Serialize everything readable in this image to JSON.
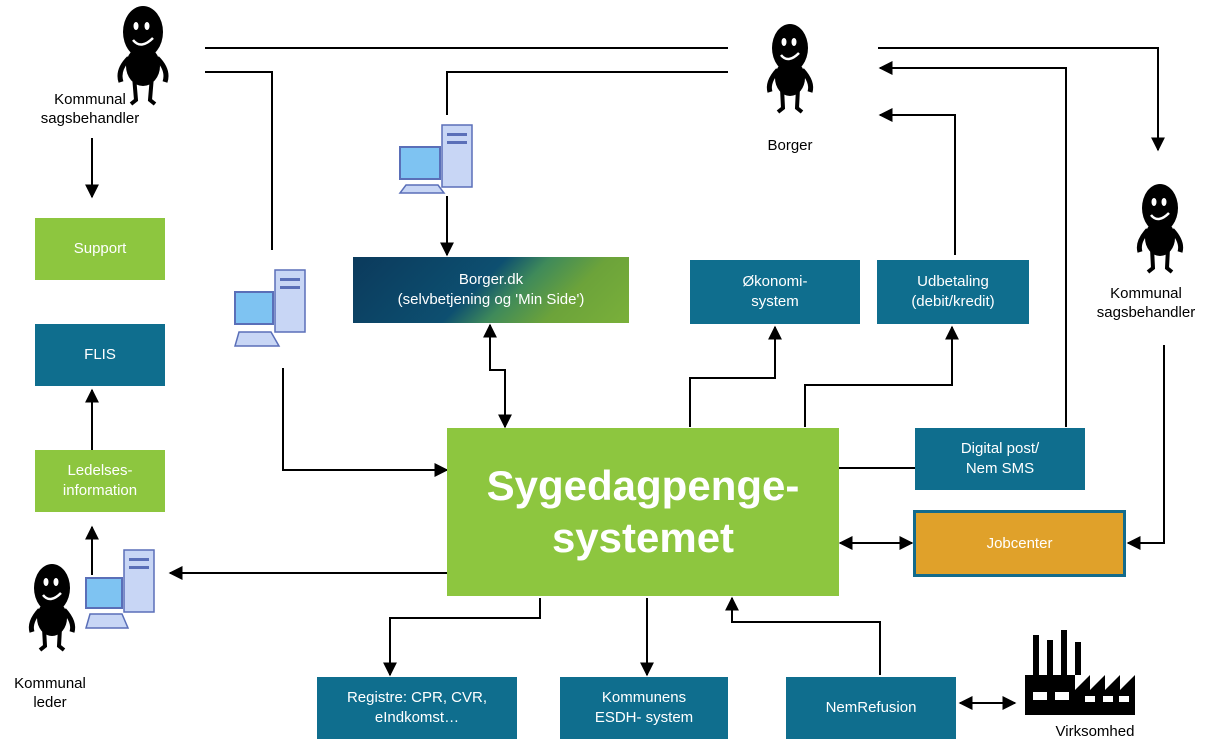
{
  "actors": {
    "sagsbehandler_left": [
      "Kommunal",
      "sagsbehandler"
    ],
    "borger": [
      "Borger"
    ],
    "sagsbehandler_right": [
      "Kommunal",
      "sagsbehandler"
    ],
    "leder": [
      "Kommunal",
      "leder"
    ],
    "virksomhed": [
      "Virksomhed"
    ]
  },
  "boxes": {
    "support": [
      "Support"
    ],
    "flis": [
      "FLIS"
    ],
    "ledelses": [
      "Ledelses-",
      "information"
    ],
    "borgerdk": [
      "Borger.dk",
      "(selvbetjening og 'Min  Side')"
    ],
    "okonomi": [
      "Økonomi-",
      "system"
    ],
    "udbetaling": [
      "Udbetaling",
      "(debit/kredit)"
    ],
    "main": [
      "Sygedagpenge-",
      "systemet"
    ],
    "digital": [
      "Digital post/",
      "Nem SMS"
    ],
    "jobcenter": [
      "Jobcenter"
    ],
    "registre": [
      "Registre: CPR,  CVR,",
      "eIndkomst…"
    ],
    "esdh": [
      "Kommunens",
      "ESDH- system"
    ],
    "nemrefusion": [
      "NemRefusion"
    ]
  },
  "colors": {
    "green": "#8dc63f",
    "blue": "#0f6e8e",
    "orange": "#e0a12a"
  }
}
